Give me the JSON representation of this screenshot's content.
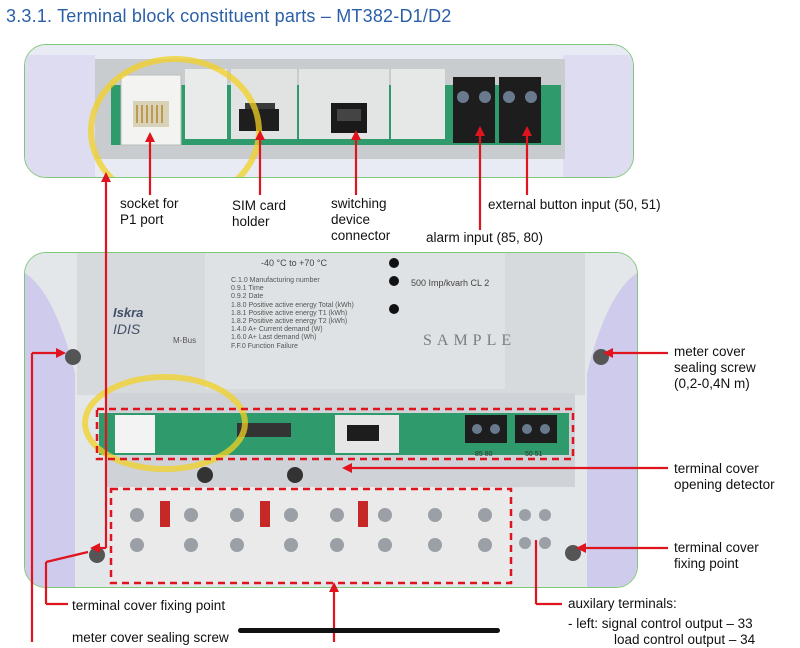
{
  "doc": {
    "title": "3.3.1. Terminal block constituent parts – MT382-D1/D2"
  },
  "top_labels": {
    "socket": "socket for\nP1 port",
    "sim": "SIM card\nholder",
    "switching": "switching\ndevice\nconnector",
    "external_button": "external button input (50, 51)",
    "alarm": "alarm input (85, 80)"
  },
  "meter_face": {
    "temp": "-40 °C to +70 °C",
    "pulse": "500 Imp/kvarh   CL 2",
    "sample": "SAMPLE",
    "brand": "Iskra",
    "model": "IDIS",
    "bus": "M-Bus",
    "obis_lines": [
      "C.1.0  Manufacturing number",
      "0.9.1  Time",
      "0.9.2  Date",
      "1.8.0  Positive active energy Total (kWh)",
      "1.8.1  Positive active energy T1 (kWh)",
      "1.8.2  Positive active energy T2 (kWh)",
      "1.4.0  A+ Current demand (W)",
      "1.6.0  A+ Last demand (Wh)",
      "F.F.0  Function Failure"
    ],
    "term_nums_a": "85  80",
    "term_nums_b": "50  51"
  },
  "right_labels": {
    "meter_cover_screw": "meter cover\nsealing screw\n(0,2-0,4N m)",
    "cover_opening": "terminal cover\nopening detector",
    "cover_fixing": "terminal cover\nfixing point"
  },
  "bottom_labels": {
    "fixing_left": "terminal cover fixing point",
    "sealing_left": "meter cover sealing screw",
    "aux_title": "auxilary terminals:",
    "aux_line1": "- left:    signal control output – 33",
    "aux_line2": "load control output – 34"
  },
  "colors": {
    "title": "#2a5fa8",
    "frame_border": "#7fc77a",
    "pointer": "#e0141e",
    "highlight": "#f2d024",
    "pcb": "#2f9a6b"
  }
}
